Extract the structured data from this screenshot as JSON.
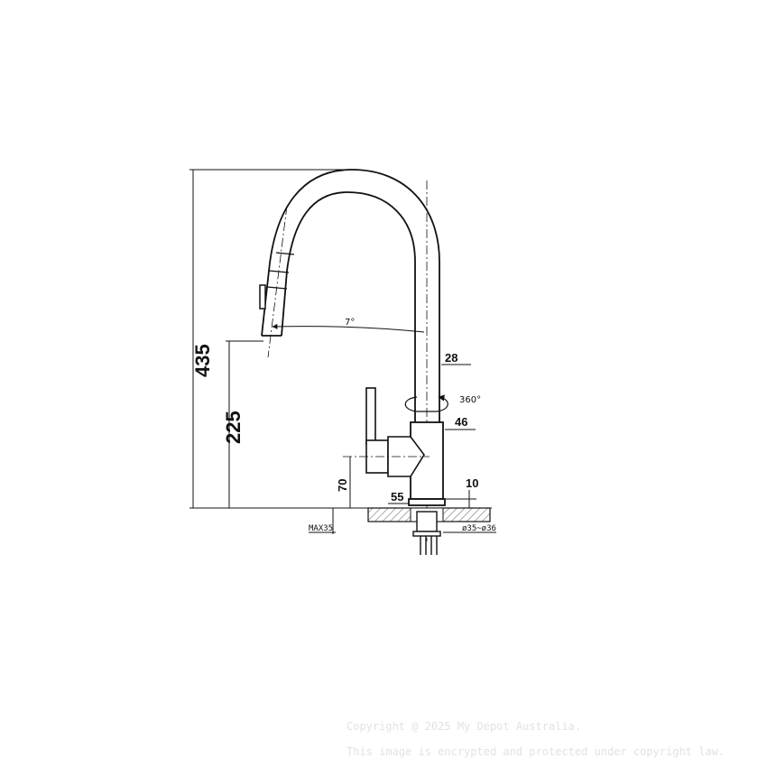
{
  "dimensions": {
    "overall_height": "435",
    "spout_height": "225",
    "swivel_angle": "7°",
    "spout_diameter": "28",
    "rotation": "360°",
    "body_diameter": "46",
    "handle_height": "70",
    "base_diameter": "55",
    "base_height": "10",
    "max_bench_thickness": "MAX35",
    "hole_diameter": "ø35~ø36"
  },
  "watermark": {
    "line1": "Copyright @ 2025 My Depot Australia.",
    "line2": "This image is encrypted and protected under copyright law."
  },
  "colors": {
    "line": "#111111",
    "hatch": "#777777",
    "watermark": "#e2e2e2"
  }
}
